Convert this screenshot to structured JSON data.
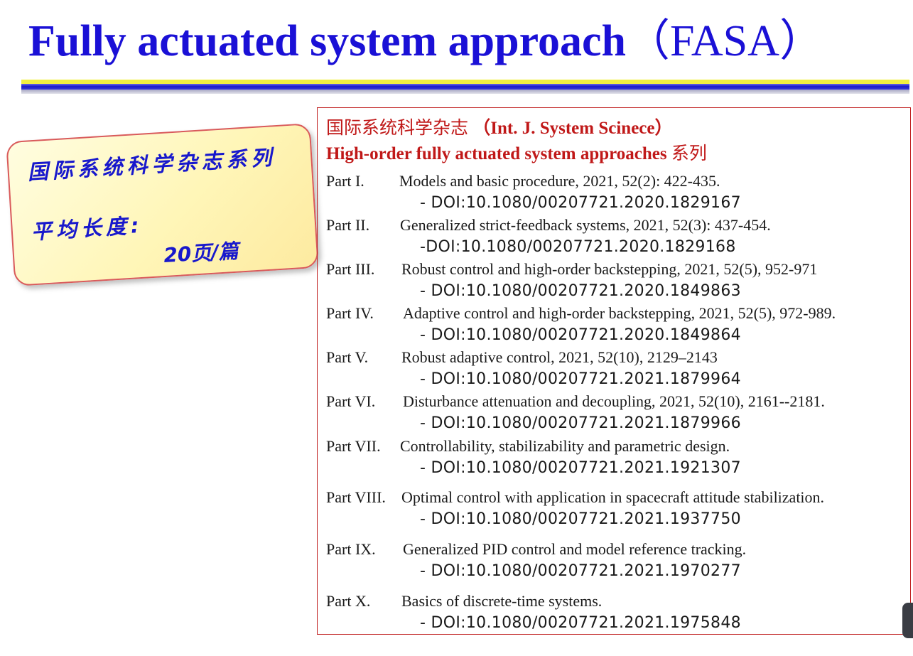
{
  "slide": {
    "title": "Fully actuated system approach",
    "title_paren": "（FASA）"
  },
  "note": {
    "line1": "国际系统科学杂志系列",
    "line2": "平均长度:",
    "line3": "20页/篇"
  },
  "journal": {
    "name_cn": "国际系统科学杂志 ",
    "name_en": "（Int. J. System Scinece）",
    "series_en": "High-order fully actuated system approaches",
    "series_cn": " 系列"
  },
  "parts": [
    {
      "label": "Part I.",
      "title": "Models and basic procedure, 2021, 52(2): 422-435.",
      "doi": "- DOI:10.1080/00207721.2020.1829167"
    },
    {
      "label": "Part II.",
      "title": "Generalized strict-feedback systems, 2021, 52(3): 437-454.",
      "doi": "-DOI:10.1080/00207721.2020.1829168"
    },
    {
      "label": "Part III.",
      "title": "Robust control and high-order backstepping, 2021, 52(5), 952-971",
      "doi": "- DOI:10.1080/00207721.2020.1849863"
    },
    {
      "label": "Part IV.",
      "title": "Adaptive control and high-order backstepping, 2021, 52(5), 972-989.",
      "doi": "- DOI:10.1080/00207721.2020.1849864"
    },
    {
      "label": "Part V.",
      "title": "Robust adaptive control, 2021, 52(10), 2129–2143",
      "doi": "- DOI:10.1080/00207721.2021.1879964"
    },
    {
      "label": "Part VI.",
      "title": "Disturbance attenuation and decoupling, 2021, 52(10), 2161--2181.",
      "doi": "- DOI:10.1080/00207721.2021.1879966"
    },
    {
      "label": "Part VII.",
      "title": "Controllability, stabilizability and parametric design.",
      "doi": "- DOI:10.1080/00207721.2021.1921307"
    },
    {
      "label": "Part VIII.",
      "title": "Optimal control with application in spacecraft attitude  stabilization.",
      "doi": "- DOI:10.1080/00207721.2021.1937750"
    },
    {
      "label": "Part IX.",
      "title": "Generalized PID control and model reference tracking.",
      "doi": "- DOI:10.1080/00207721.2021.1970277"
    },
    {
      "label": "Part X.",
      "title": "Basics of discrete-time systems.",
      "doi": "- DOI:10.1080/00207721.2021.1975848"
    }
  ],
  "colors": {
    "title": "#1a10d6",
    "journal_header": "#c01818",
    "note_text": "#1818cc",
    "box_border": "#c02020"
  }
}
